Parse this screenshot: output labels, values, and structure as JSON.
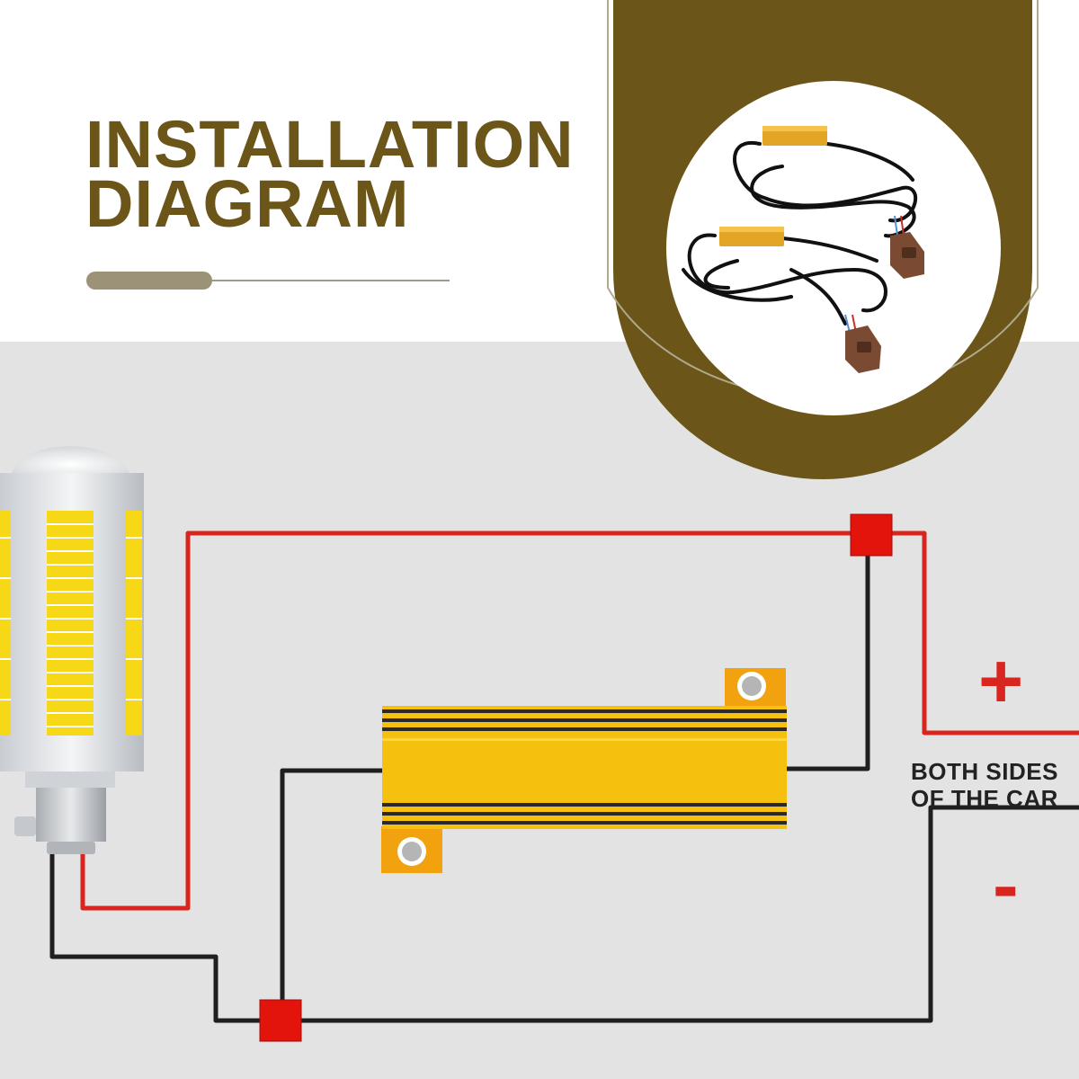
{
  "header": {
    "title_line1": "INSTALLATION",
    "title_line2": "DIAGRAM"
  },
  "diagram": {
    "positive_symbol": "+",
    "negative_symbol": "-",
    "connection_label_line1": "BOTH SIDES",
    "connection_label_line2": "OF THE CAR"
  },
  "colors": {
    "brand": "#6b5518",
    "red_wire": "#d8261e",
    "black_wire": "#1f1f1f",
    "resistor": "#f6c10e",
    "background_lower": "#e3e3e3"
  },
  "icons": [
    "led-bulb-icon",
    "load-resistor-icon",
    "resistor-harness-photo",
    "junction-node-icon"
  ]
}
